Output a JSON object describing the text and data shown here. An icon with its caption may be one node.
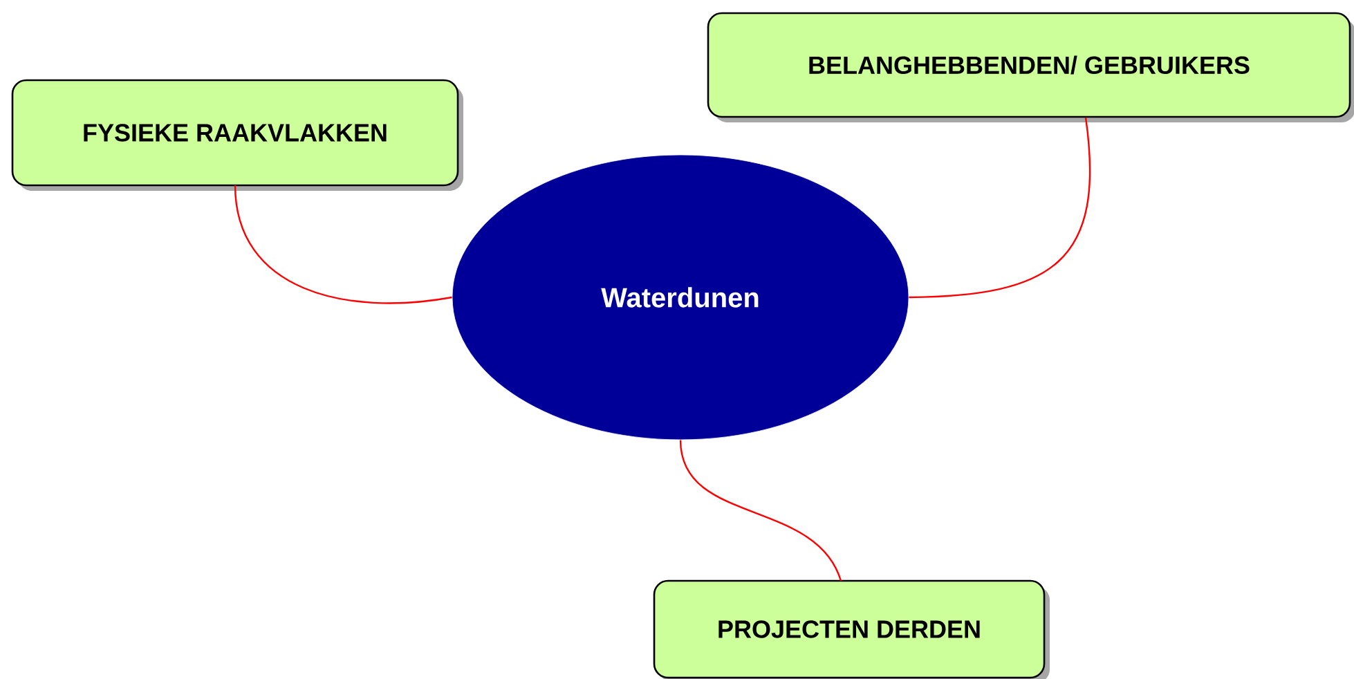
{
  "diagram": {
    "nodes": [
      {
        "text": [
          "Waterdunen"
        ]
      },
      {
        "text": [
          "FYSIEKE RAAKVLAKKEN"
        ]
      },
      {
        "text": [
          "BELANGHEBBENDEN/ GEBRUIKERS"
        ]
      },
      {
        "text": [
          "PROJECTEN DERDEN"
        ]
      }
    ],
    "edges": [
      {
        "from": 0,
        "to": 1,
        "arrow": "none"
      },
      {
        "from": 0,
        "to": 2,
        "arrow": "none"
      },
      {
        "from": 0,
        "to": 3,
        "arrow": "none"
      }
    ]
  }
}
